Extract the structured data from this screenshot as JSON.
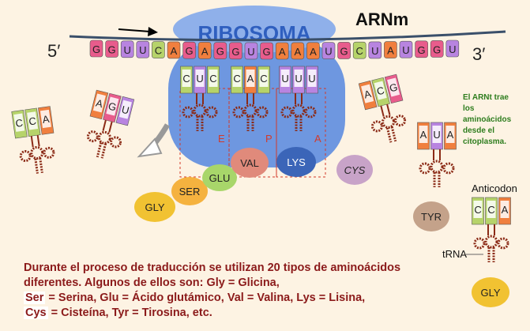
{
  "title": "RIBOSOMA",
  "mrna_label": "ARNm",
  "end5": "5′",
  "end3": "3′",
  "mrna_sequence": [
    "G",
    "G",
    "U",
    "U",
    "C",
    "A",
    "G",
    "A",
    "G",
    "G",
    "U",
    "G",
    "A",
    "A",
    "A",
    "U",
    "G",
    "C",
    "U",
    "A",
    "U",
    "G",
    "G",
    "U"
  ],
  "site_labels": {
    "e": "E",
    "p": "P",
    "a": "A"
  },
  "trna_anticodons": {
    "left_far": [
      "C",
      "C",
      "A"
    ],
    "leaving": [
      "A",
      "G",
      "U"
    ],
    "site_e": [
      "C",
      "U",
      "C"
    ],
    "site_p": [
      "C",
      "A",
      "C"
    ],
    "site_a": [
      "U",
      "U",
      "U"
    ],
    "incoming": [
      "A",
      "C",
      "G"
    ],
    "right_tyr": [
      "A",
      "U",
      "A"
    ],
    "right_gly": [
      "C",
      "C",
      "A"
    ]
  },
  "amino_acids": {
    "gly": "GLY",
    "ser": "SER",
    "glu": "GLU",
    "val": "VAL",
    "lys": "LYS",
    "cys": "CYS",
    "tyr": "TYR",
    "gly_right": "GLY"
  },
  "note": "El ARNt trae los aminoácidos desde el citoplasma.",
  "anticodon_label": "Anticodon",
  "trna_label": "tRNA",
  "caption": {
    "part1": "Durante el proceso de traducción se utilizan 20 tipos de aminoácidos diferentes. Algunos de ellos son: Gly = Glicina,",
    "ser_word": "Ser",
    "part2": " = Serina, Glu = Ácido glutámico, Val = Valina, Lys = Lisina,",
    "cys_word": "Cys",
    "part3": " = Cisteína, Tyr = Tirosina, etc."
  },
  "colors": {
    "background": "#fdf3e3",
    "ribosome": "#6e97e0",
    "ribosome_top": "#9ab7ef",
    "A": "#f07f3e",
    "C": "#b6d36a",
    "G": "#e85c8c",
    "U": "#b884e0",
    "trna_body": "#8b2a16",
    "caption": "#8b1a1a",
    "note": "#2e7d1e"
  }
}
